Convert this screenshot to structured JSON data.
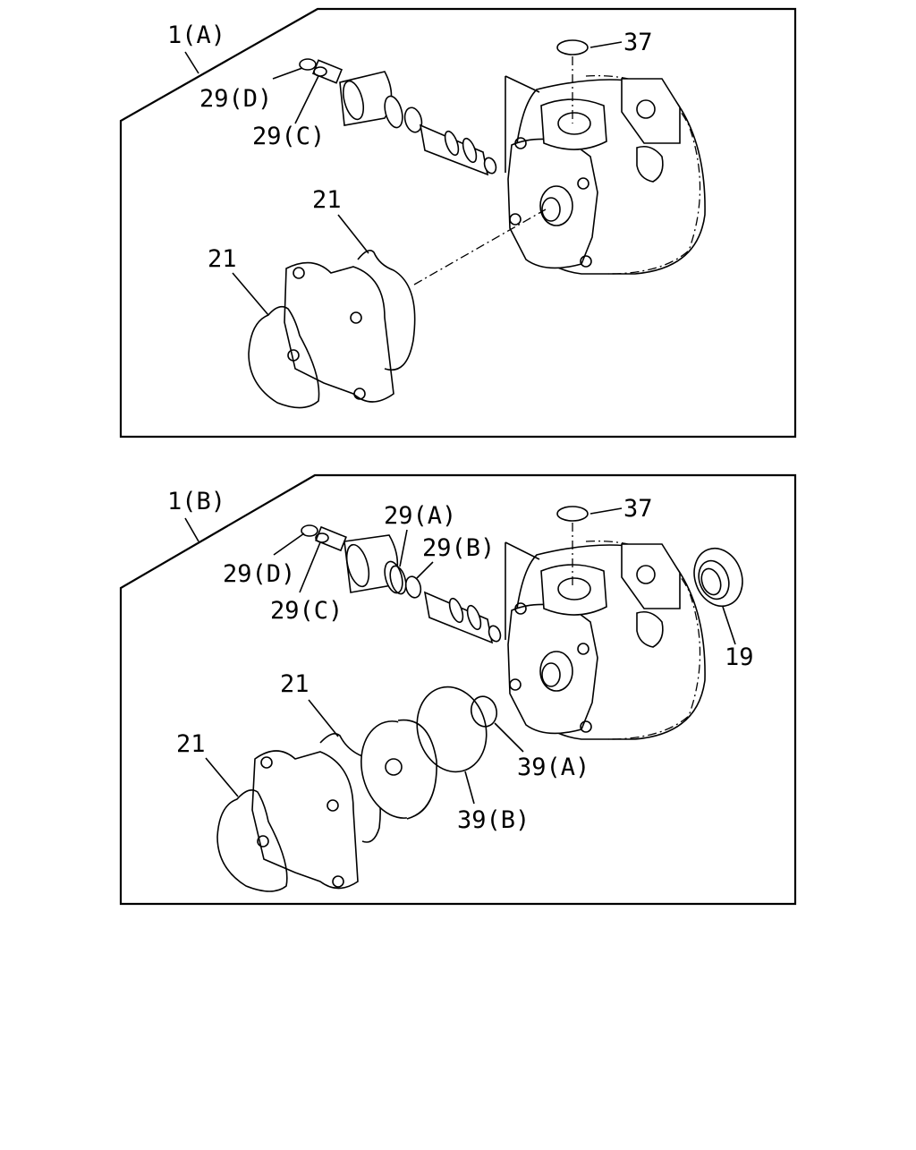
{
  "panels": [
    {
      "assembly_label": "1(A)",
      "callouts": {
        "ring_top": "37",
        "ring_d": "29(D)",
        "ring_c": "29(C)",
        "gasket_upper": "21",
        "gasket_lower": "21"
      }
    },
    {
      "assembly_label": "1(B)",
      "callouts": {
        "ring_top": "37",
        "ring_d": "29(D)",
        "ring_c": "29(C)",
        "ring_a": "29(A)",
        "ring_b": "29(B)",
        "seal": "19",
        "gasket_upper": "21",
        "gasket_lower": "21",
        "oring_39a": "39(A)",
        "oring_39b": "39(B)"
      }
    }
  ]
}
